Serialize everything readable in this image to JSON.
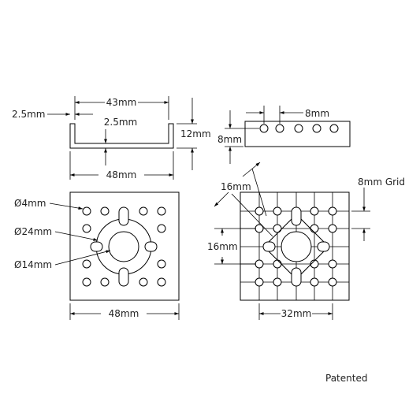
{
  "side_view": {
    "width_top": "43mm",
    "wall": "2.5mm",
    "inner_wall": "2.5mm",
    "height": "12mm",
    "width_bottom": "48mm"
  },
  "end_view": {
    "spacing": "8mm",
    "height": "8mm"
  },
  "plate_view": {
    "small_hole": "Ø4mm",
    "bolt_circle": "Ø24mm",
    "bore": "Ø14mm",
    "width": "48mm"
  },
  "grid_view": {
    "diagonal": "16mm",
    "grid": "8mm Grid",
    "vertical": "16mm",
    "width": "32mm"
  },
  "note": "Patented"
}
